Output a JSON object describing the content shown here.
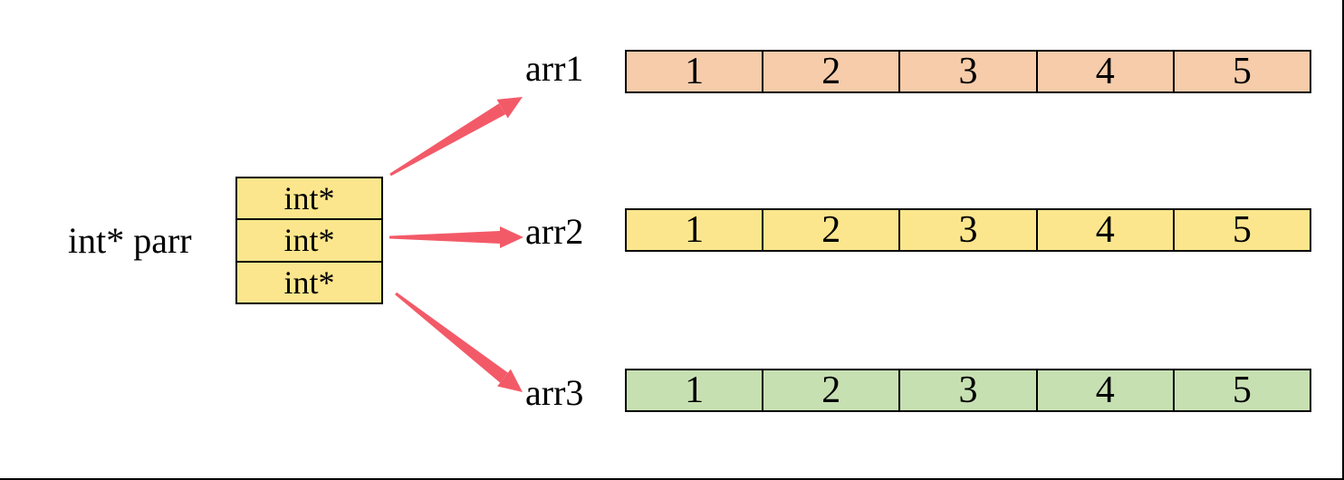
{
  "diagram": {
    "title_hint": "array of int pointers pointing to three integer arrays",
    "pointer_variable": {
      "label": "int* parr",
      "cells": [
        "int*",
        "int*",
        "int*"
      ],
      "fill": "#FCE68D"
    },
    "arrays": [
      {
        "name": "arr1",
        "values": [
          1,
          2,
          3,
          4,
          5
        ],
        "fill": "#F6CCAA"
      },
      {
        "name": "arr2",
        "values": [
          1,
          2,
          3,
          4,
          5
        ],
        "fill": "#FCE68D"
      },
      {
        "name": "arr3",
        "values": [
          1,
          2,
          3,
          4,
          5
        ],
        "fill": "#C7E0B2"
      }
    ],
    "colors": {
      "arrow": "#F35A68",
      "cell_border": "#000000",
      "text": "#000000",
      "background": "#FFFFFF"
    }
  }
}
